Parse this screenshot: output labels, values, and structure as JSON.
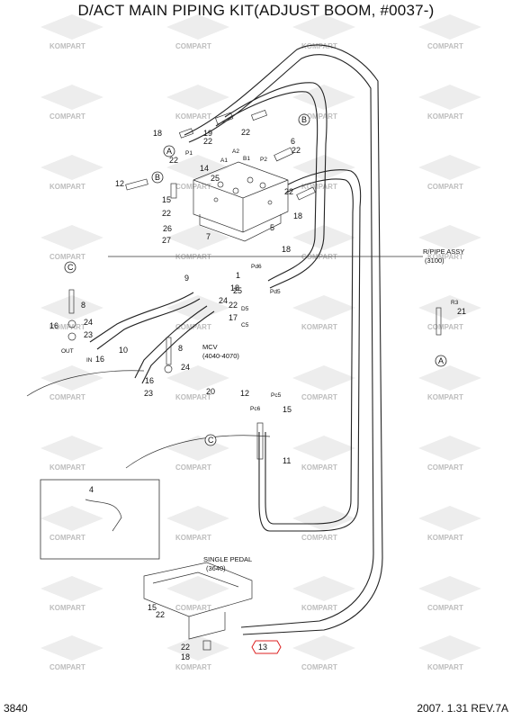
{
  "title": "D/ACT MAIN PIPING KIT(ADJUST BOOM, #0037-)",
  "footer": {
    "page": "3840",
    "revision": "2007. 1.31  REV.7A"
  },
  "watermarks": [
    "KOMPART",
    "COMPART"
  ],
  "callouts": [
    "A",
    "B",
    "C"
  ],
  "notes": {
    "mcv": "MCV",
    "mcv_range": "(4040-4070)",
    "rpipe": "R/PIPE ASSY",
    "rpipe_ref": "(3100)",
    "pedal": "SINGLE PEDAL",
    "pedal_ref": "(3640)"
  },
  "port_labels": [
    "P1",
    "A2",
    "B1",
    "P2",
    "A1",
    "Pd6",
    "Pd5",
    "D5",
    "C5",
    "OUT",
    "IN",
    "R3",
    "Pc6",
    "Pc5"
  ],
  "part_labels": [
    "18",
    "22",
    "19",
    "22",
    "22",
    "6",
    "22",
    "14",
    "25",
    "12",
    "15",
    "22",
    "22",
    "18",
    "26",
    "27",
    "7",
    "5",
    "18",
    "1",
    "18",
    "25",
    "22",
    "9",
    "24",
    "17",
    "8",
    "16",
    "24",
    "23",
    "10",
    "16",
    "8",
    "24",
    "16",
    "23",
    "20",
    "12",
    "15",
    "11",
    "4",
    "15",
    "22",
    "22",
    "18",
    "21",
    "13"
  ]
}
